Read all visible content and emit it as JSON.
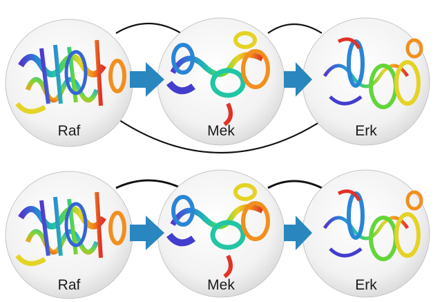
{
  "rows": [
    {
      "nodes": [
        {
          "label": "Raf"
        },
        {
          "label": "Mek"
        },
        {
          "label": "Erk"
        }
      ],
      "links": [
        "Raf-Mek",
        "Mek-Erk",
        "Raf-Erk"
      ]
    },
    {
      "nodes": [
        {
          "label": "Raf"
        },
        {
          "label": "Mek"
        },
        {
          "label": "Erk"
        }
      ],
      "links": [
        "Raf-Mek",
        "Mek-Erk"
      ]
    }
  ],
  "colors": {
    "arrow": "#2a86be",
    "edge": "#111111",
    "circle_fill_center": "#ffffff",
    "circle_fill_edge": "#d9d9d9",
    "circle_stroke": "#bdbdbd"
  },
  "icon": "protein-ribbon-structure"
}
